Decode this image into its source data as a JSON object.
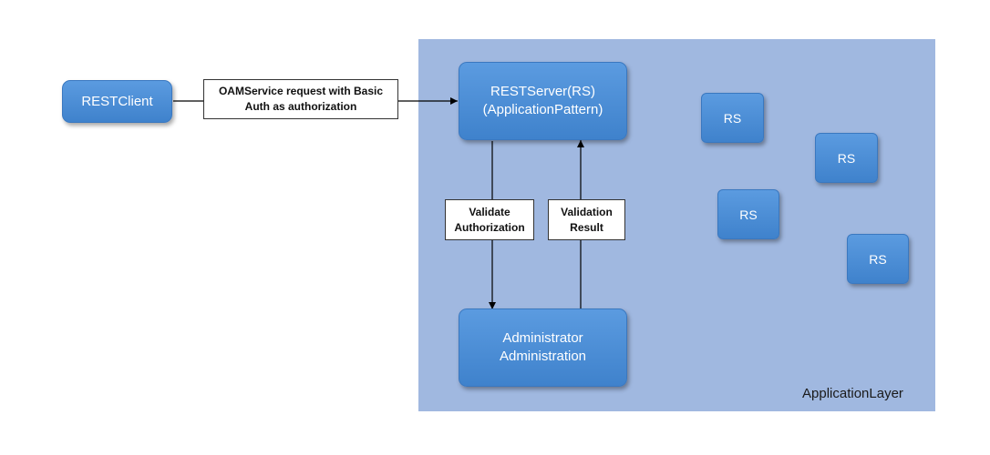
{
  "client": {
    "label": "RESTClient"
  },
  "request_label": {
    "line1": "OAMService request with Basic",
    "line2": "Auth as authorization"
  },
  "server": {
    "line1": "RESTServer(RS)",
    "line2": "(ApplicationPattern)"
  },
  "admin": {
    "line1": "Administrator",
    "line2": "Administration"
  },
  "validate_label": {
    "line1": "Validate",
    "line2": "Authorization"
  },
  "result_label": {
    "line1": "Validation",
    "line2": "Result"
  },
  "rs_nodes": [
    {
      "label": "RS"
    },
    {
      "label": "RS"
    },
    {
      "label": "RS"
    },
    {
      "label": "RS"
    }
  ],
  "layer": {
    "label": "ApplicationLayer"
  }
}
